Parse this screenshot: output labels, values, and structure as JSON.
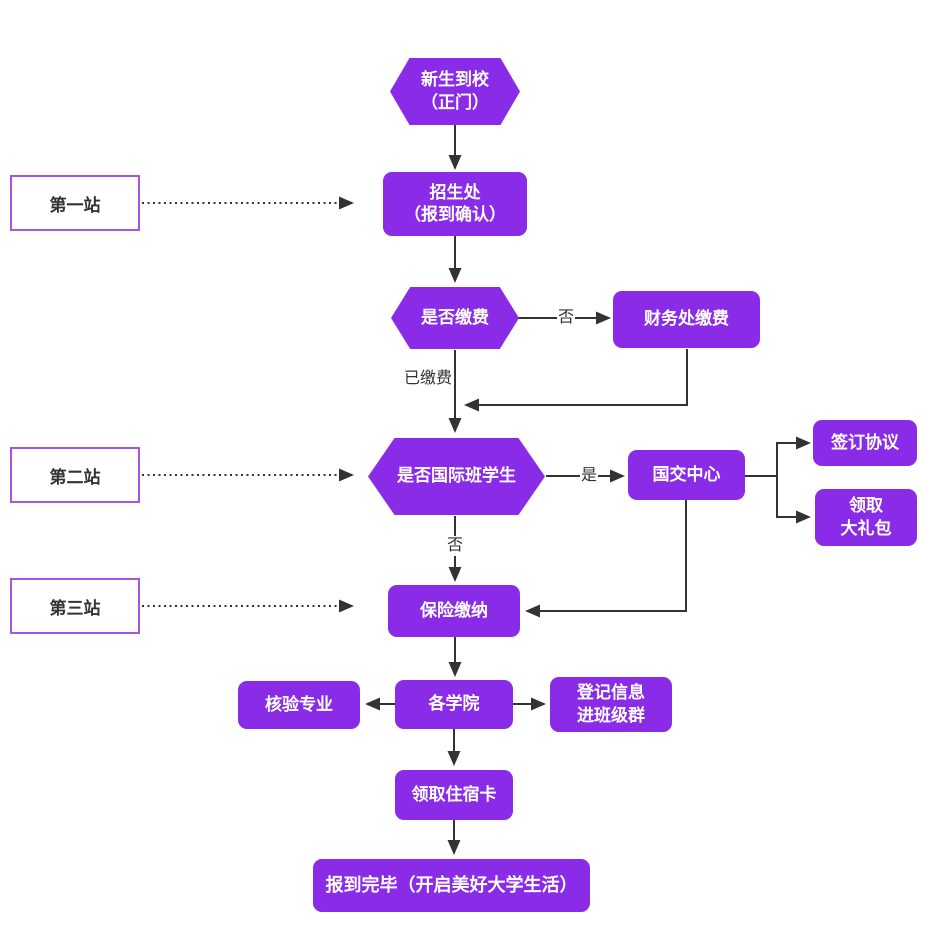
{
  "diagram": {
    "type": "flowchart",
    "colors": {
      "node_fill": "#8a2be8",
      "node_text": "#ffffff",
      "station_border": "#a855dd",
      "station_text": "#333333",
      "line_color": "#333333",
      "bg": "#ffffff"
    },
    "nodes": {
      "start": {
        "label": "新生到校\n（正门）",
        "shape": "hexagon"
      },
      "station1": {
        "label": "第一站",
        "shape": "label-box"
      },
      "admissions": {
        "label": "招生处\n（报到确认）",
        "shape": "rounded-rect"
      },
      "pay_decision": {
        "label": "是否缴费",
        "shape": "hexagon"
      },
      "finance": {
        "label": "财务处缴费",
        "shape": "rounded-rect"
      },
      "station2": {
        "label": "第二站",
        "shape": "label-box"
      },
      "intl_decision": {
        "label": "是否国际班学生",
        "shape": "hexagon"
      },
      "intl_center": {
        "label": "国交中心",
        "shape": "rounded-rect"
      },
      "sign_agreement": {
        "label": "签订协议",
        "shape": "rounded-rect"
      },
      "gift_pack": {
        "label": "领取\n大礼包",
        "shape": "rounded-rect"
      },
      "station3": {
        "label": "第三站",
        "shape": "label-box"
      },
      "insurance": {
        "label": "保险缴纳",
        "shape": "rounded-rect"
      },
      "colleges": {
        "label": "各学院",
        "shape": "rounded-rect"
      },
      "verify_major": {
        "label": "核验专业",
        "shape": "rounded-rect"
      },
      "register_info": {
        "label": "登记信息\n进班级群",
        "shape": "rounded-rect"
      },
      "dorm_card": {
        "label": "领取住宿卡",
        "shape": "rounded-rect"
      },
      "finish": {
        "label": "报到完毕（开启美好大学生活）",
        "shape": "rounded-rect"
      }
    },
    "edge_labels": {
      "pay_no": "否",
      "paid": "已缴费",
      "intl_yes": "是",
      "intl_no": "否"
    }
  }
}
